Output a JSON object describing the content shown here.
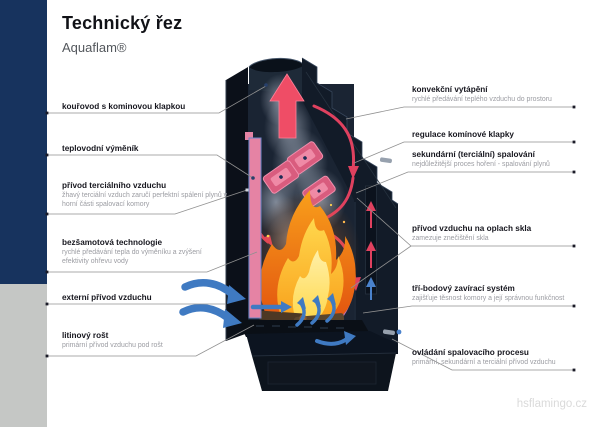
{
  "header": {
    "title": "Technický řez",
    "subtitle": "Aquaflam®"
  },
  "watermark": "hsflamingo.cz",
  "sidebar": {
    "top_color": "#17335e",
    "bottom_color": "#c5c7c5"
  },
  "diagram": {
    "name": "fireplace-cutaway-illustration",
    "hot_flue_color": "#ef4d66",
    "cold_air_color": "#3f7ac2",
    "water_exchanger_color": "#e583a4",
    "exchanger_plate_color": "#d95c7e",
    "fire_outer_color": "#e2540f",
    "fire_mid_color": "#f9a01b",
    "fire_core_color": "#ffd84d",
    "body_color": "#121b28",
    "leader_line_color": "#909090"
  },
  "labels_left": [
    {
      "title": "kouřovod s kominovou klapkou",
      "subtitle": ""
    },
    {
      "title": "teplovodní výměník",
      "subtitle": ""
    },
    {
      "title": "přívod terciálního vzduchu",
      "subtitle": "žhavý terciální vzduch zaručí perfektní spálení plynů v horní části spalovací komory"
    },
    {
      "title": "bezšamotová technologie",
      "subtitle": "rychlé předávání tepla do výměníku a zvýšení efektivity ohřevu vody"
    },
    {
      "title": "externí přívod vzduchu",
      "subtitle": ""
    },
    {
      "title": "litinový rošt",
      "subtitle": "primární přívod vzduchu pod rošt"
    }
  ],
  "labels_right": [
    {
      "title": "konvekční vytápění",
      "subtitle": "rychlé předávání teplého vzduchu do prostoru"
    },
    {
      "title": "regulace komínové klapky",
      "subtitle": ""
    },
    {
      "title": "sekundární (terciální) spalování",
      "subtitle": "nejdůležitější proces hoření - spalování plynů"
    },
    {
      "title": "přívod vzduchu na oplach skla",
      "subtitle": "zamezuje znečištění skla"
    },
    {
      "title": "tří-bodový zavírací systém",
      "subtitle": "zajišťuje těsnost komory a její správnou funkčnost"
    },
    {
      "title": "ovládání spalovacího procesu",
      "subtitle": "primární, sekundární a terciální přívod vzduchu"
    }
  ]
}
